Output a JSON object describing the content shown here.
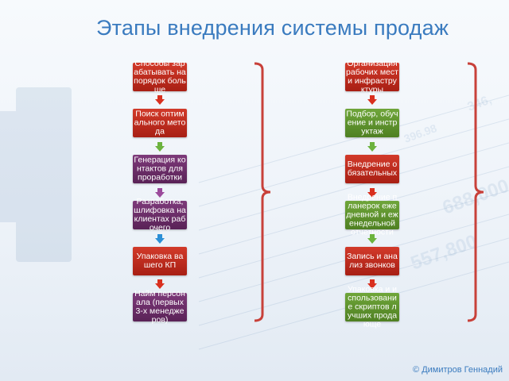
{
  "title": "Этапы внедрения системы продаж",
  "left_stages": [
    {
      "label": "Способы зарабатывать на порядок больше",
      "color": "red"
    },
    {
      "label": "Поиск оптимального метода",
      "color": "green"
    },
    {
      "label": "Генерация контактов для проработки",
      "color": "purple"
    },
    {
      "label": "Разработка, шлифовка на клиентах рабочего",
      "color": "blue"
    },
    {
      "label": "Упаковка вашего КП",
      "color": "red"
    },
    {
      "label": "Найм персонала (первых 3-х менеджеров)",
      "color": "purple"
    }
  ],
  "right_stages": [
    {
      "label": "Организация рабочих мест и инфраструктуры",
      "color": "red"
    },
    {
      "label": "Подбор, обучение и инструктаж",
      "color": "green"
    },
    {
      "label": "Внедрение обязательных",
      "color": "red"
    },
    {
      "label": "Внедрение планерок ежедневной и еженедельной отчетности",
      "color": "green"
    },
    {
      "label": "Запись и анализ звонков",
      "color": "red"
    },
    {
      "label": "Упаковка и использование скриптов лучших продающе",
      "color": "green"
    }
  ],
  "credit": "© Димитров Геннадий",
  "colors": {
    "red": "#c0301f",
    "purple": "#6b2f68",
    "blue": "#1a6399",
    "green": "#5e9430",
    "arrow_red": "#d9301f",
    "arrow_green": "#6cb33e",
    "arrow_purple": "#9b4b9b",
    "arrow_blue": "#2b8fd6",
    "bracket": "#c8413a",
    "title": "#3a7bbf"
  }
}
